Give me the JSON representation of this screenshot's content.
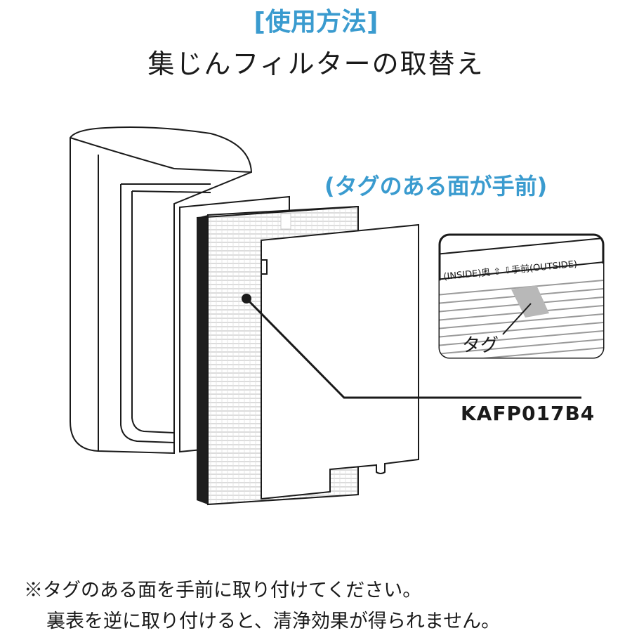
{
  "header": {
    "title": "[使用方法]",
    "subtitle": "集じんフィルターの取替え"
  },
  "callouts": {
    "tag_face": "(タグのある面が手前)",
    "model_number": "KAFP017B4"
  },
  "inset": {
    "orientation_label": "(INSIDE)奥 ⇧ ⇩手前(OUTSIDE)",
    "tag_label": "タグ"
  },
  "notes": {
    "line1": "※タグのある面を手前に取り付けてください。",
    "line2": "裏表を逆に取り付けると、清浄効果が得られません。"
  },
  "colors": {
    "accent": "#3a9bcf",
    "ink": "#1a1a1a",
    "tag_fill": "#b8b8b8"
  }
}
